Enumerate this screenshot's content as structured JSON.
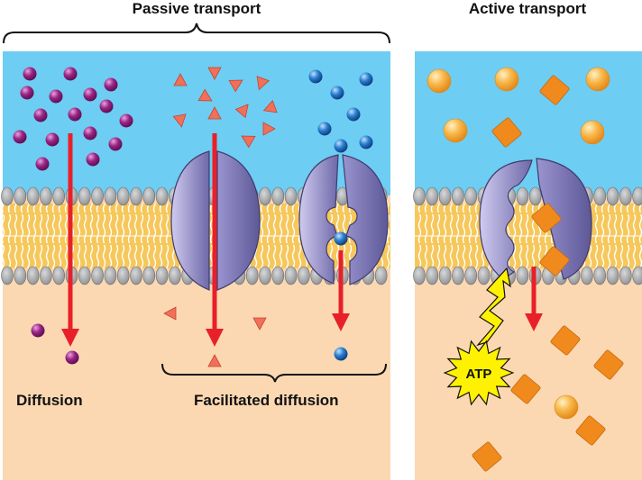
{
  "headings": {
    "passive": "Passive transport",
    "active": "Active transport"
  },
  "labels": {
    "diffusion": "Diffusion",
    "facilitated": "Facilitated diffusion",
    "atp": "ATP"
  },
  "colors": {
    "extracellular": "#6dcdf3",
    "cytoplasm": "#fcd8b2",
    "arrow": "#e8202a",
    "lipid_tail": "#f6c75a",
    "head": "#a6a8ab",
    "protein": "#a9a5d6",
    "solute_purple": "#8d1b7a",
    "solute_orange": "#f08a1c",
    "solute_blue": "#1b6fc0",
    "atp_star": "#fff200"
  }
}
